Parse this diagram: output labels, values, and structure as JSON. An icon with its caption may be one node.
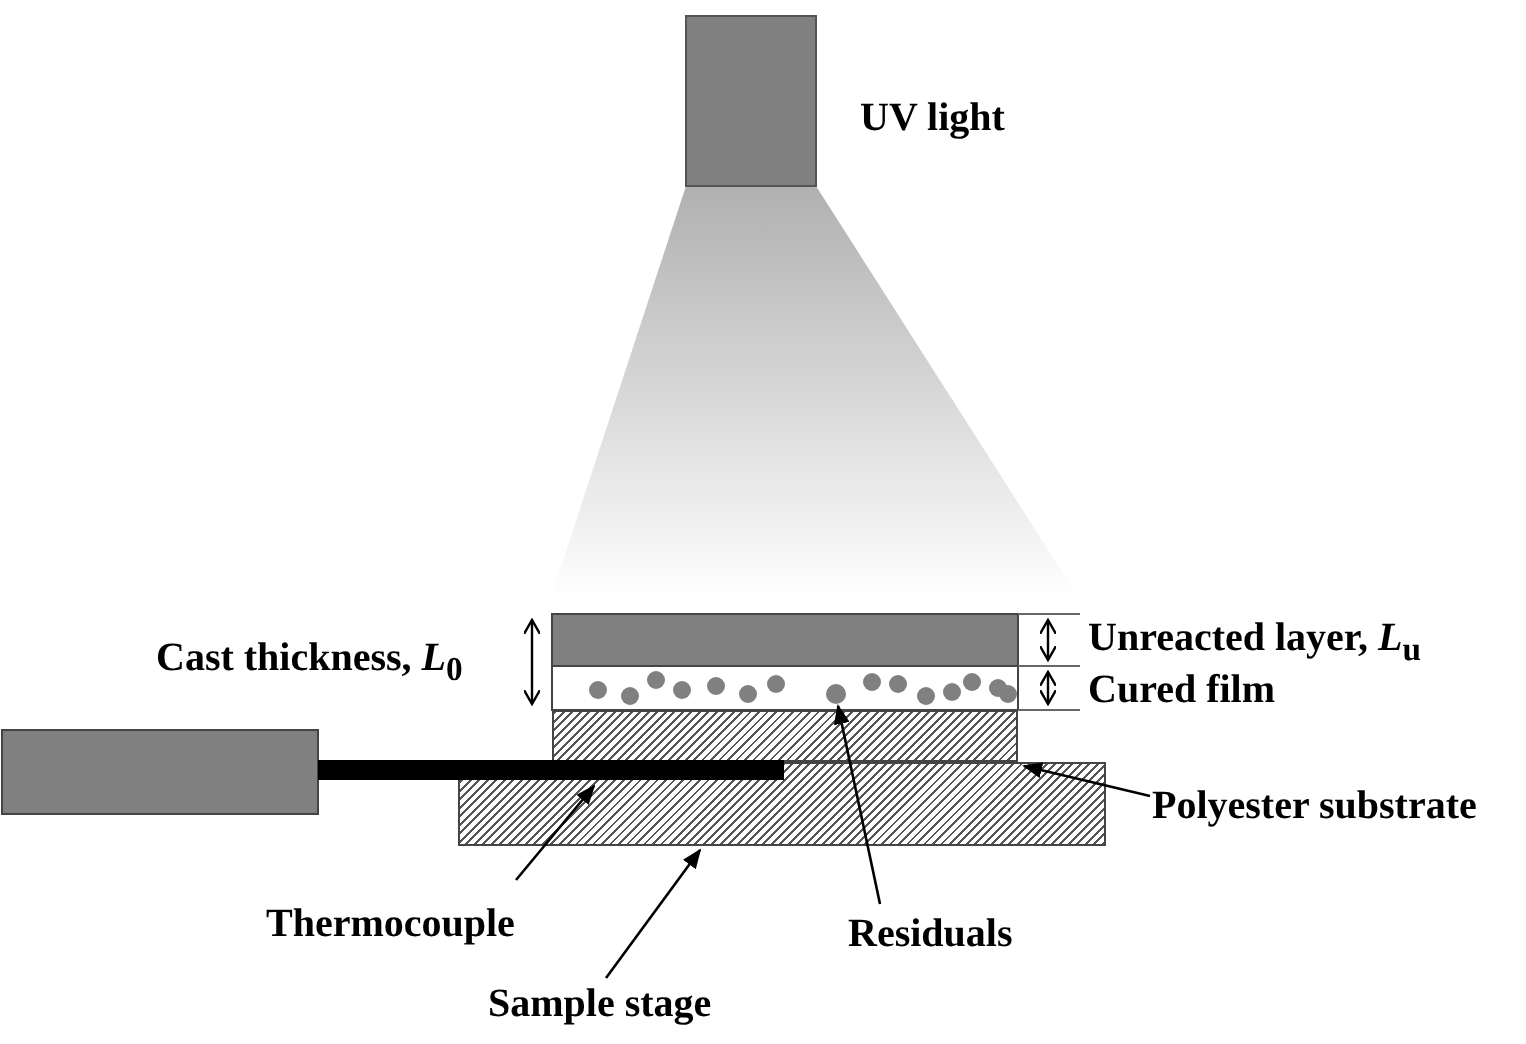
{
  "diagram": {
    "nodes": [
      {
        "text": [
          "Polyester substrate"
        ]
      },
      {
        "text": [],
        "shape": "box"
      },
      {
        "text": [
          "Thermocouple"
        ]
      },
      {
        "text": [],
        "shape": "bar"
      },
      {
        "text": [
          "Residuals"
        ]
      },
      {
        "text": [],
        "shape": "circle"
      },
      {
        "text": [
          "Sample stage"
        ]
      },
      {
        "text": [],
        "shape": "box"
      }
    ],
    "edges": [
      {
        "from": 0,
        "to": 1,
        "arrow": "to"
      },
      {
        "from": 2,
        "to": 3,
        "arrow": "to"
      },
      {
        "from": 4,
        "to": 5,
        "arrow": "to"
      },
      {
        "from": 6,
        "to": 7,
        "arrow": "to"
      }
    ],
    "labels": [
      "UV light",
      "Cast thickness, *L*$_{0}$",
      "Unreacted layer, *L*$_{u}$",
      "Cured film"
    ]
  }
}
